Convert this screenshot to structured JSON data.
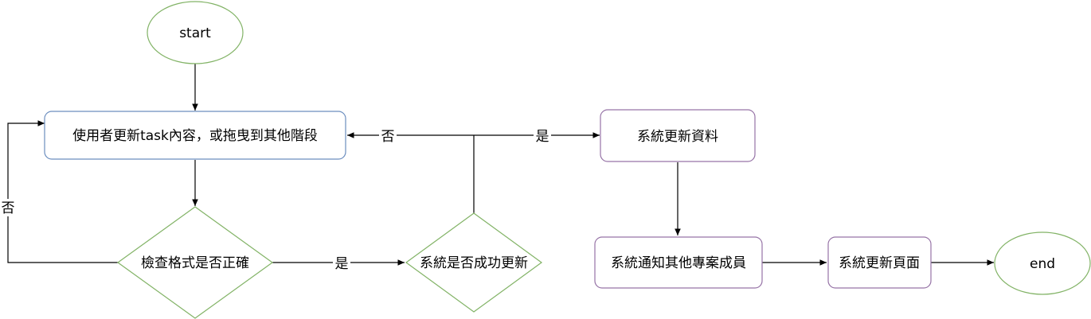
{
  "nodes": {
    "start": {
      "label": "start"
    },
    "edit": {
      "label": "使用者更新task內容，或拖曳到其他階段"
    },
    "check_format": {
      "label": "檢查格式是否正確"
    },
    "update_success": {
      "label": "系統是否成功更新"
    },
    "update_data": {
      "label": "系統更新資料"
    },
    "notify": {
      "label": "系統通知其他專案成員"
    },
    "refresh": {
      "label": "系統更新頁面"
    },
    "end": {
      "label": "end"
    }
  },
  "edges": {
    "format_no": {
      "label": "否"
    },
    "format_yes": {
      "label": "是"
    },
    "success_no": {
      "label": "否"
    },
    "success_yes": {
      "label": "是"
    }
  },
  "colors": {
    "terminal": "#82b366",
    "decision": "#82b366",
    "user_step": "#6c8ebf",
    "system_step": "#9673a6",
    "edge": "#000000"
  }
}
